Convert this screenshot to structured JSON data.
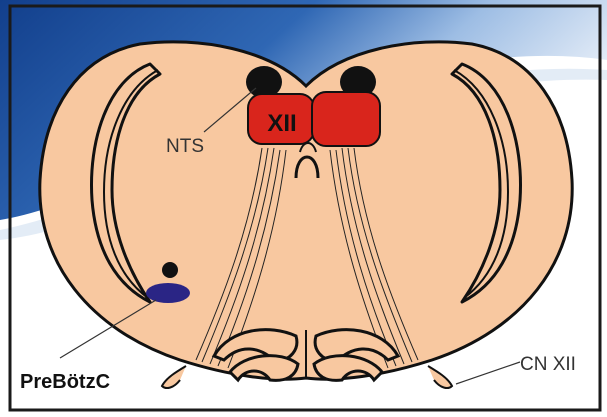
{
  "labels": {
    "nucleus": "XII",
    "nts": "NTS",
    "prebotzinger": "PreBötzC",
    "cranial_nerve": "CN XII"
  },
  "colors": {
    "tissue": "#f8c8a0",
    "hypoglossal_nucleus": "#d9251c",
    "nts_nucleus": "#111111",
    "prebotzinger_complex": "#2a2585",
    "outline": "#111111",
    "frame_blue": "#1f4f9a",
    "frame_light": "#dce7f4"
  }
}
